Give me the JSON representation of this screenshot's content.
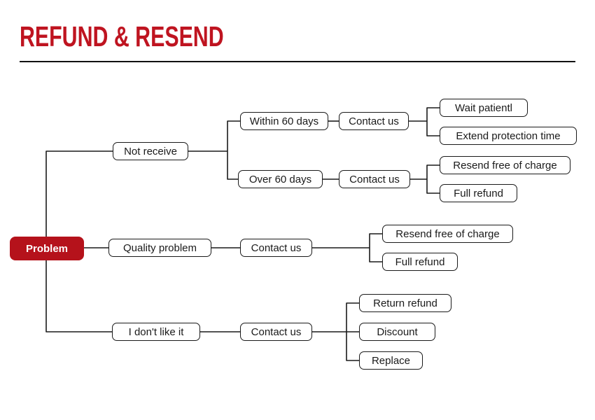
{
  "header": {
    "title": "REFUND & RESEND"
  },
  "colors": {
    "accent": "#b5121b",
    "title": "#bf1420",
    "line": "#1a1a1a"
  },
  "diagram": {
    "root": {
      "label": "Problem"
    },
    "nodes": {
      "not_receive": "Not receive",
      "within_60_days": "Within 60 days",
      "contact_us_a": "Contact us",
      "wait_patientl": "Wait patientl",
      "extend_protection_time": "Extend protection time",
      "over_60_days": "Over 60 days",
      "contact_us_b": "Contact us",
      "resend_free_of_charge_a": "Resend free of charge",
      "full_refund_a": "Full refund",
      "quality_problem": "Quality problem",
      "contact_us_c": "Contact us",
      "resend_free_of_charge_b": "Resend free of charge",
      "full_refund_b": "Full refund",
      "i_dont_like_it": "I don't like it",
      "contact_us_d": "Contact us",
      "return_refund": "Return refund",
      "discount": "Discount",
      "replace": "Replace"
    }
  }
}
